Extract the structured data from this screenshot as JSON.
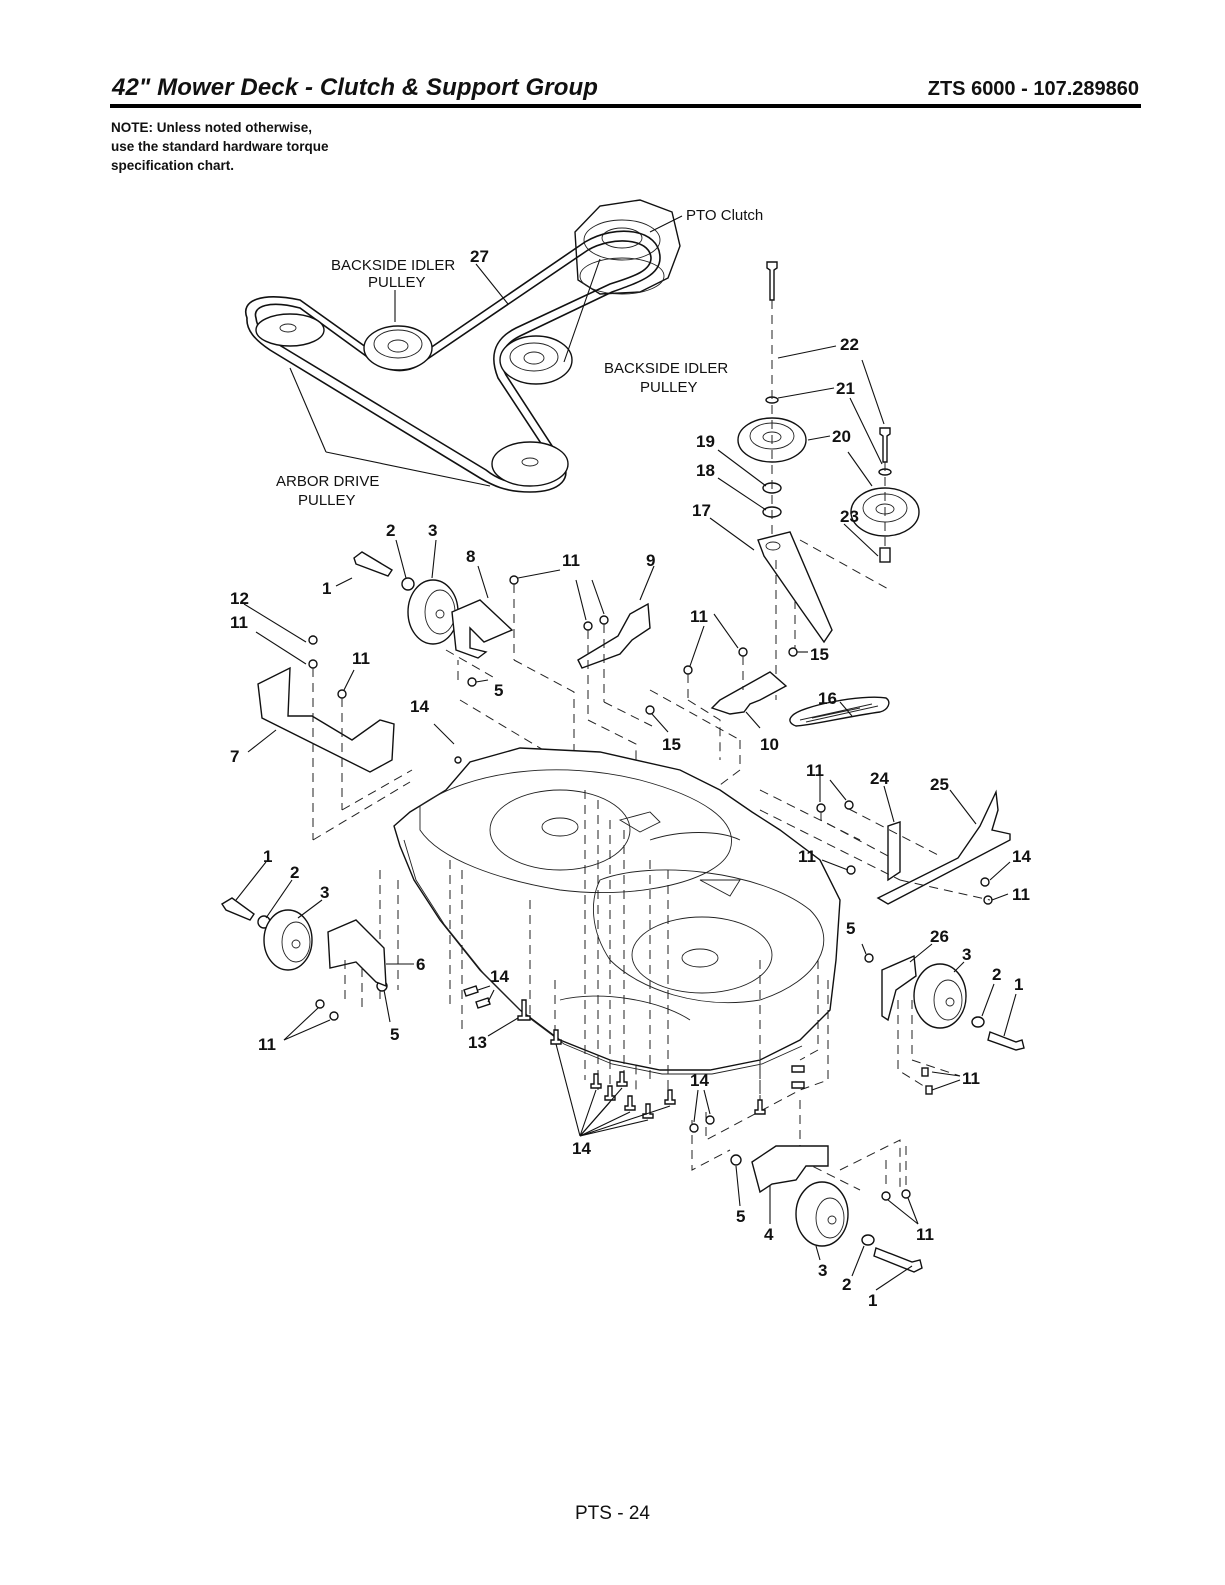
{
  "header": {
    "title": "42\" Mower Deck - Clutch & Support Group",
    "model": "ZTS 6000 - 107.289860"
  },
  "note": {
    "lines": [
      "NOTE: Unless noted otherwise,",
      "use the standard hardware torque",
      "specification chart."
    ]
  },
  "diagram": {
    "labels": {
      "pto_clutch": "PTO Clutch",
      "backside_idler_1_line1": "BACKSIDE IDLER",
      "backside_idler_1_line2": "PULLEY",
      "backside_idler_2_line1": "BACKSIDE IDLER",
      "backside_idler_2_line2": "PULLEY",
      "arbor_drive_line1": "ARBOR DRIVE",
      "arbor_drive_line2": "PULLEY"
    },
    "callouts": [
      {
        "id": "c27",
        "text": "27"
      },
      {
        "id": "c22",
        "text": "22"
      },
      {
        "id": "c21",
        "text": "21"
      },
      {
        "id": "c20",
        "text": "20"
      },
      {
        "id": "c19",
        "text": "19"
      },
      {
        "id": "c18",
        "text": "18"
      },
      {
        "id": "c17",
        "text": "17"
      },
      {
        "id": "c23",
        "text": "23"
      },
      {
        "id": "c2a",
        "text": "2"
      },
      {
        "id": "c3a",
        "text": "3"
      },
      {
        "id": "c8",
        "text": "8"
      },
      {
        "id": "c11a",
        "text": "11"
      },
      {
        "id": "c9",
        "text": "9"
      },
      {
        "id": "c1a",
        "text": "1"
      },
      {
        "id": "c12",
        "text": "12"
      },
      {
        "id": "c11b",
        "text": "11"
      },
      {
        "id": "c11c",
        "text": "11"
      },
      {
        "id": "c11d",
        "text": "11"
      },
      {
        "id": "c15a",
        "text": "15"
      },
      {
        "id": "c5a",
        "text": "5"
      },
      {
        "id": "c14a",
        "text": "14"
      },
      {
        "id": "c16",
        "text": "16"
      },
      {
        "id": "c7",
        "text": "7"
      },
      {
        "id": "c15b",
        "text": "15"
      },
      {
        "id": "c10",
        "text": "10"
      },
      {
        "id": "c11e",
        "text": "11"
      },
      {
        "id": "c24",
        "text": "24"
      },
      {
        "id": "c25",
        "text": "25"
      },
      {
        "id": "c11f",
        "text": "11"
      },
      {
        "id": "c14b",
        "text": "14"
      },
      {
        "id": "c11g",
        "text": "11"
      },
      {
        "id": "c1b",
        "text": "1"
      },
      {
        "id": "c2b",
        "text": "2"
      },
      {
        "id": "c3b",
        "text": "3"
      },
      {
        "id": "c5b",
        "text": "5"
      },
      {
        "id": "c26",
        "text": "26"
      },
      {
        "id": "c3c",
        "text": "3"
      },
      {
        "id": "c2c",
        "text": "2"
      },
      {
        "id": "c1c",
        "text": "1"
      },
      {
        "id": "c6",
        "text": "6"
      },
      {
        "id": "c14c",
        "text": "14"
      },
      {
        "id": "c11h",
        "text": "11"
      },
      {
        "id": "c5c",
        "text": "5"
      },
      {
        "id": "c13",
        "text": "13"
      },
      {
        "id": "c11i",
        "text": "11"
      },
      {
        "id": "c14d",
        "text": "14"
      },
      {
        "id": "c14e",
        "text": "14"
      },
      {
        "id": "c5d",
        "text": "5"
      },
      {
        "id": "c4",
        "text": "4"
      },
      {
        "id": "c11j",
        "text": "11"
      },
      {
        "id": "c3d",
        "text": "3"
      },
      {
        "id": "c2d",
        "text": "2"
      },
      {
        "id": "c1d",
        "text": "1"
      }
    ]
  },
  "footer": {
    "page": "PTS - 24"
  }
}
